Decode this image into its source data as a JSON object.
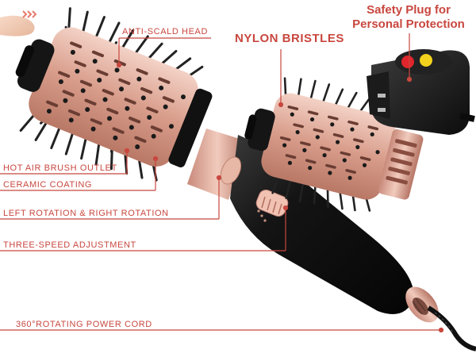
{
  "labels": {
    "anti_scald_head": "ANTI-SCALD HEAD",
    "nylon_bristles": "NYLON BRISTLES",
    "safety_plug_line1": "Safety Plug for",
    "safety_plug_line2": "Personal Protection",
    "hot_air_outlet": "HOT AIR  BRUSH OUTLET",
    "ceramic_coating": "CERAMIC COATING",
    "rotation": "LEFT ROTATION & RIGHT ROTATION",
    "three_speed": "THREE-SPEED ADJUSTMENT",
    "power_cord": "360°ROTATING POWER CORD"
  },
  "colors": {
    "accent": "#c8473f",
    "rose_gold": "#e3b0a0",
    "body_black": "#141414",
    "plug_red": "#e0262c",
    "plug_yellow": "#f2d21c"
  },
  "icons": [
    "finger-icon",
    "chevrons-icon"
  ]
}
